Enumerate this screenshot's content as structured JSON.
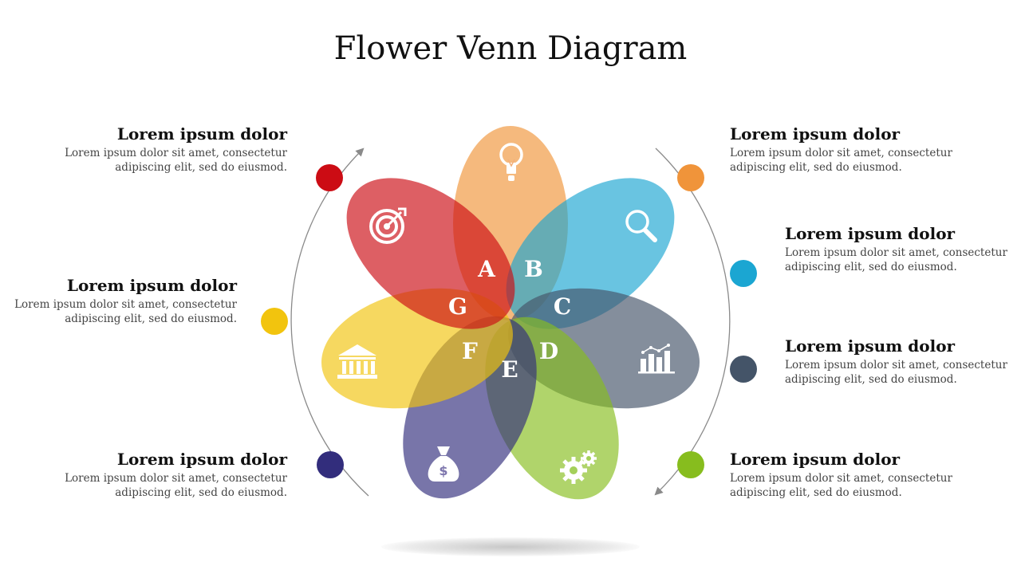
{
  "title": "Flower Venn Diagram",
  "colors": {
    "red": "#cc0c14",
    "orange": "#f0943a",
    "cyan": "#1ba6d2",
    "slate": "#445468",
    "green": "#87bd1e",
    "navy": "#322d7c",
    "yellow": "#f2c40e",
    "arc": "#8a8a8a"
  },
  "petals": [
    {
      "id": "orange",
      "icon": "lightbulb-icon"
    },
    {
      "id": "cyan",
      "icon": "magnifier-icon"
    },
    {
      "id": "slate",
      "icon": "bar-chart-icon"
    },
    {
      "id": "green",
      "icon": "gears-icon"
    },
    {
      "id": "navy",
      "icon": "money-bag-icon"
    },
    {
      "id": "yellow",
      "icon": "bank-icon"
    },
    {
      "id": "red",
      "icon": "target-icon"
    }
  ],
  "letters": [
    "A",
    "B",
    "C",
    "D",
    "E",
    "F",
    "G"
  ],
  "items": [
    {
      "heading": "Lorem ipsum dolor",
      "line1": "Lorem ipsum dolor sit amet, consectetur",
      "line2": "adipiscing elit, sed do eiusmod."
    },
    {
      "heading": "Lorem ipsum dolor",
      "line1": "Lorem ipsum dolor sit amet, consectetur",
      "line2": "adipiscing elit, sed do eiusmod."
    },
    {
      "heading": "Lorem ipsum dolor",
      "line1": "Lorem ipsum dolor sit amet, consectetur",
      "line2": "adipiscing elit, sed do eiusmod."
    },
    {
      "heading": "Lorem ipsum dolor",
      "line1": "Lorem ipsum dolor sit amet, consectetur",
      "line2": "adipiscing elit, sed do eiusmod."
    },
    {
      "heading": "Lorem ipsum dolor",
      "line1": "Lorem ipsum dolor sit amet, consectetur",
      "line2": "adipiscing elit, sed do eiusmod."
    },
    {
      "heading": "Lorem ipsum dolor",
      "line1": "Lorem ipsum dolor sit amet, consectetur",
      "line2": "adipiscing elit, sed do eiusmod."
    },
    {
      "heading": "Lorem ipsum dolor",
      "line1": "Lorem ipsum dolor sit amet, consectetur",
      "line2": "adipiscing elit, sed do eiusmod."
    }
  ]
}
